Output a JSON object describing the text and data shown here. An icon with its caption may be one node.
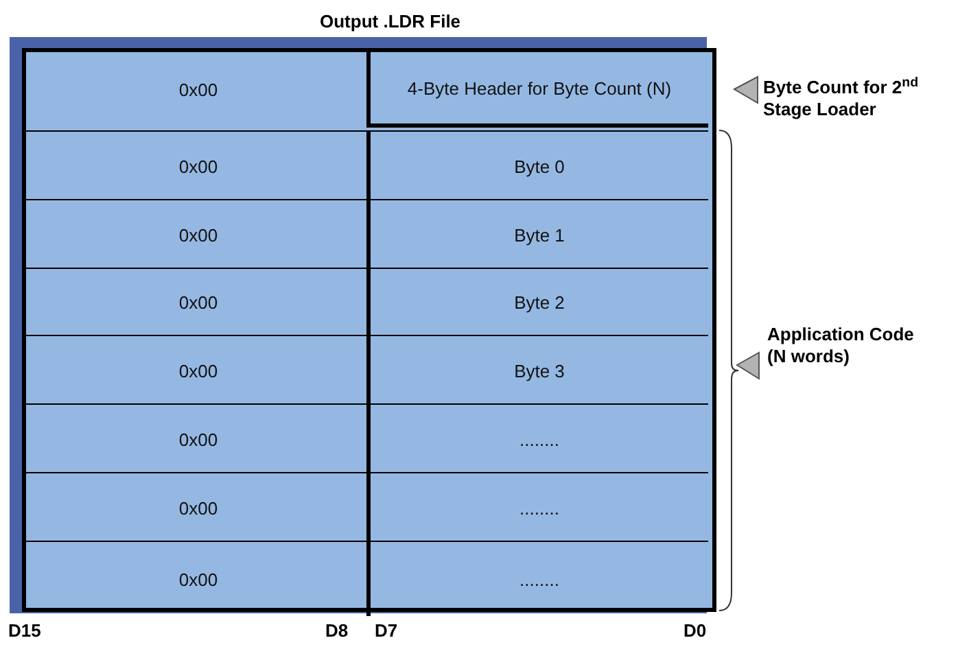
{
  "diagram": {
    "title": "Output .LDR File",
    "nodes": [
      {
        "text": [
          "0x00"
        ]
      },
      {
        "text": [
          "4-Byte Header for Byte Count (N)"
        ]
      },
      {
        "text": [
          "0x00"
        ]
      },
      {
        "text": [
          "Byte 0"
        ]
      },
      {
        "text": [
          "0x00"
        ]
      },
      {
        "text": [
          "Byte 1"
        ]
      },
      {
        "text": [
          "0x00"
        ]
      },
      {
        "text": [
          "Byte 2"
        ]
      },
      {
        "text": [
          "0x00"
        ]
      },
      {
        "text": [
          "Byte 3"
        ]
      },
      {
        "text": [
          "0x00"
        ]
      },
      {
        "text": [
          "........"
        ]
      },
      {
        "text": [
          "0x00"
        ]
      },
      {
        "text": [
          "........"
        ]
      },
      {
        "text": [
          "0x00"
        ]
      },
      {
        "text": [
          "........"
        ]
      }
    ],
    "edges": [],
    "labels": [
      "Byte Count for 2$^{nd}$ Stage Loader",
      "Application Code (N words)",
      "D15",
      "D8",
      "D7",
      "D0"
    ]
  }
}
